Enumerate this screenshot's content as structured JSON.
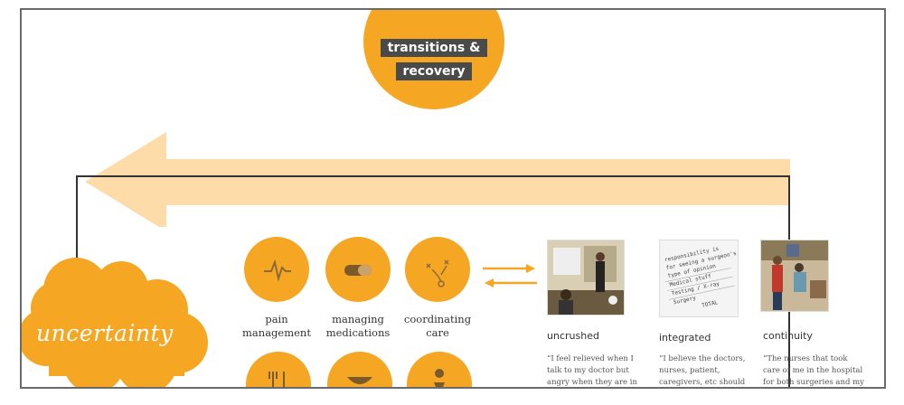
{
  "hub": {
    "line1": "transitions &",
    "line2": "recovery",
    "color": "#f5a623",
    "label_bg": "#4a4a4a"
  },
  "cloud": {
    "label": "uncertainty",
    "color": "#f5a623"
  },
  "arrow": {
    "color": "#fddcaa",
    "direction": "left"
  },
  "topics": [
    {
      "lines": [
        "pain",
        "management"
      ],
      "icon": "heartbeat-icon"
    },
    {
      "lines": [
        "managing",
        "medications"
      ],
      "icon": "pill-icon"
    },
    {
      "lines": [
        "coordinating",
        "care"
      ],
      "icon": "playbook-icon"
    },
    {
      "lines": [],
      "icon": "fork-knife-icon"
    },
    {
      "lines": [],
      "icon": "bowl-icon"
    },
    {
      "lines": [],
      "icon": "person-icon"
    }
  ],
  "exchange_arrows": {
    "color": "#f5a623"
  },
  "qualities": [
    {
      "title": "uncrushed",
      "quote": [
        "“I feel relieved when I",
        "talk to my doctor but",
        "angry when they are in"
      ]
    },
    {
      "title": "integrated",
      "quote": [
        "“I believe the doctors,",
        "nurses, patient,",
        "caregivers, etc should"
      ]
    },
    {
      "title": "continuity",
      "quote": [
        "“The nurses that took",
        "care of me in the hospital",
        "for both surgeries and my"
      ]
    }
  ],
  "checklist_photo": [
    "responsibility is",
    "for seeing a surgeon's",
    "type of opinion",
    "Medical stuff",
    "Testing / X-ray",
    "Surgery",
    "TOTAL"
  ]
}
